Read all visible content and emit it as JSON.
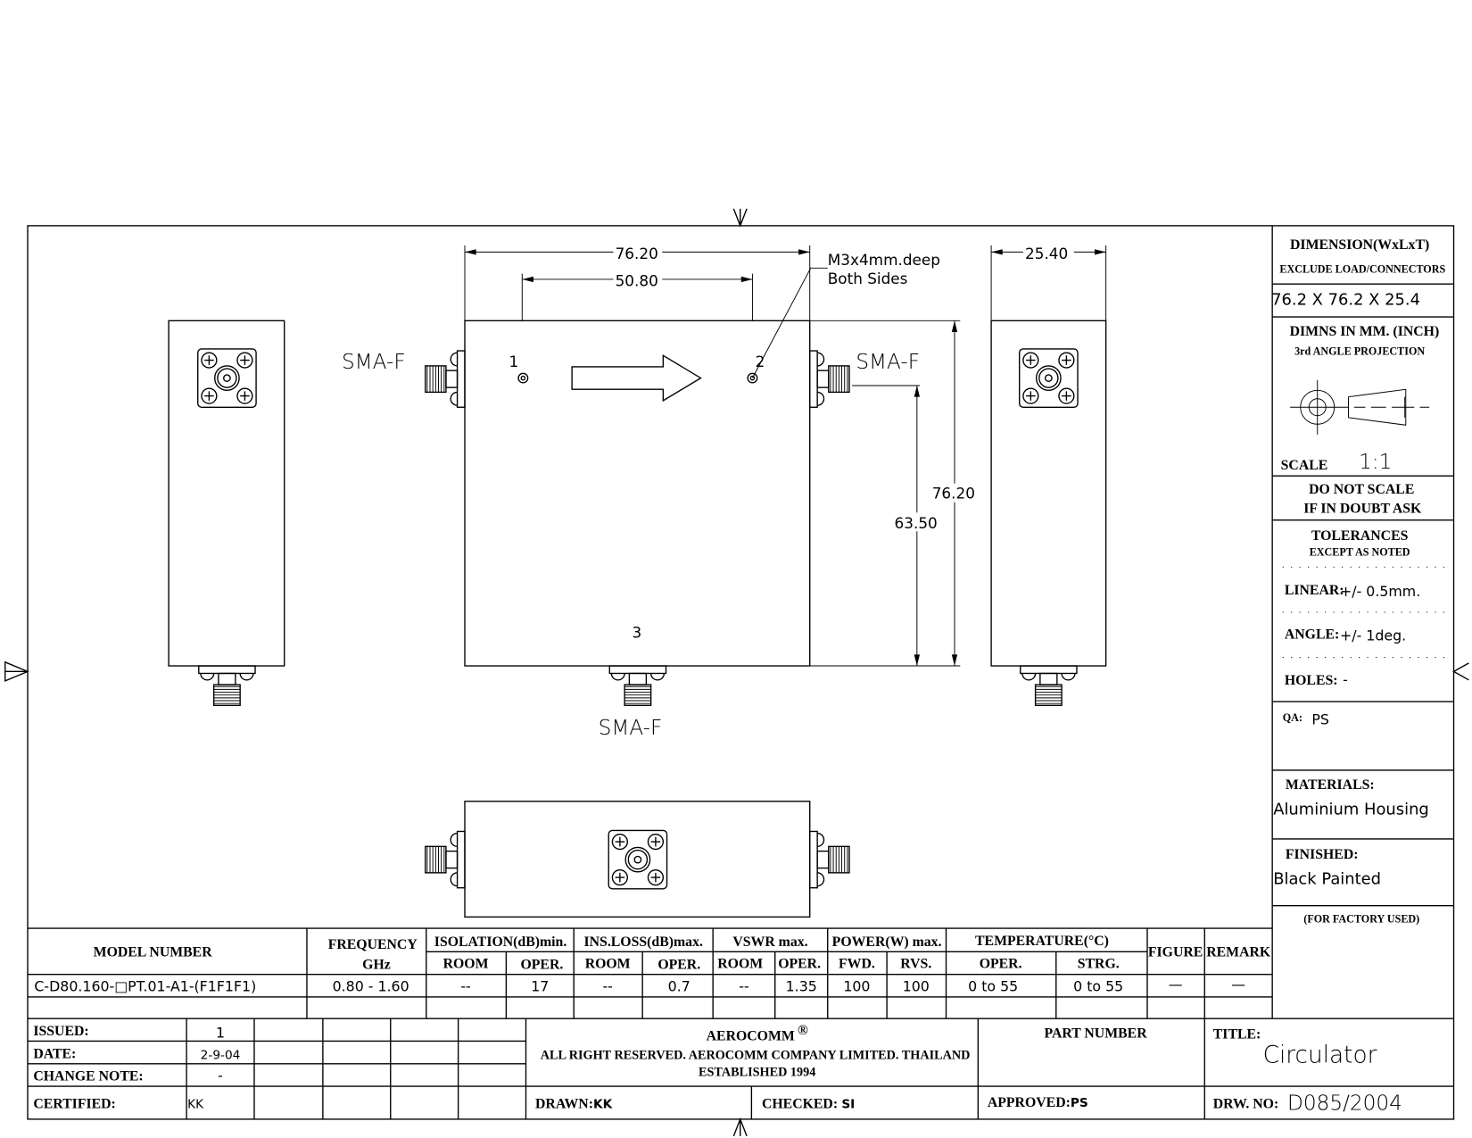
{
  "drawing": {
    "dimensions": {
      "width": "76.20",
      "hole_spacing": "50.80",
      "height": "76.20",
      "port_height": "63.50",
      "thickness": "25.40"
    },
    "note_line1": "M3x4mm.deep",
    "note_line2": "Both Sides",
    "connector_label": "SMA-F",
    "ports": [
      "1",
      "2",
      "3"
    ]
  },
  "side_panel": {
    "dimension_title": "DIMENSION(WxLxT)",
    "dimension_subtitle": "EXCLUDE LOAD/CONNECTORS",
    "dimension_value": "76.2 X 76.2 X 25.4",
    "units": "DIMNS IN MM. (INCH)",
    "projection": "3rd ANGLE PROJECTION",
    "scale_label": "SCALE",
    "scale_value": "1:1",
    "do_not_scale": "DO NOT SCALE",
    "if_in_doubt": "IF IN DOUBT ASK",
    "tolerances": "TOLERANCES",
    "except_noted": "EXCEPT AS NOTED",
    "linear_label": "LINEAR:",
    "linear_value": "+/-  0.5mm.",
    "angle_label": "ANGLE:",
    "angle_value": "+/-  1deg.",
    "holes_label": "HOLES:",
    "holes_value": "-",
    "qa_label": "QA:",
    "qa_value": "PS",
    "materials_label": "MATERIALS:",
    "materials_value": "Aluminium Housing",
    "finished_label": "FINISHED:",
    "finished_value": "Black Painted",
    "factory": "(FOR FACTORY USED)"
  },
  "spec_table": {
    "headers": {
      "model": "MODEL NUMBER",
      "frequency": "FREQUENCY",
      "frequency_unit": "GHz",
      "isolation": "ISOLATION(dB)min.",
      "ins_loss": "INS.LOSS(dB)max.",
      "vswr": "VSWR  max.",
      "power": "POWER(W)  max.",
      "temperature": "TEMPERATURE(°C)",
      "figure": "FIGURE",
      "remark": "REMARK",
      "room": "ROOM",
      "oper": "OPER.",
      "fwd": "FWD.",
      "rvs": "RVS.",
      "strg": "STRG."
    },
    "row": {
      "model": "C-D80.160-□PT.01-A1-(F1F1F1)",
      "frequency": "0.80  -  1.60",
      "isolation_room": "--",
      "isolation_oper": "17",
      "ins_loss_room": "--",
      "ins_loss_oper": "0.7",
      "vswr_room": "--",
      "vswr_oper": "1.35",
      "power_fwd": "100",
      "power_rvs": "100",
      "temp_oper": "0 to 55",
      "temp_strg": "0 to 55",
      "figure": "—",
      "remark": "—"
    }
  },
  "title_block": {
    "issued_label": "ISSUED:",
    "issued_value": "1",
    "date_label": "DATE:",
    "date_value": "2-9-04",
    "change_label": "CHANGE NOTE:",
    "change_value": "-",
    "certified_label": "CERTIFIED:",
    "certified_value": "KK",
    "company": "AEROCOMM",
    "registered": "®",
    "rights": "ALL RIGHT RESERVED.  AEROCOMM COMPANY LIMITED.  THAILAND",
    "established": "ESTABLISHED 1994",
    "part_number_label": "PART NUMBER",
    "title_label": "TITLE:",
    "title_value": "Circulator",
    "drawn_label": "DRAWN:",
    "drawn_value": "KK",
    "checked_label": "CHECKED:",
    "checked_value": "SI",
    "approved_label": "APPROVED:",
    "approved_value": "PS",
    "drw_no_label": "DRW.  NO:",
    "drw_no_value": "D085/2004"
  }
}
